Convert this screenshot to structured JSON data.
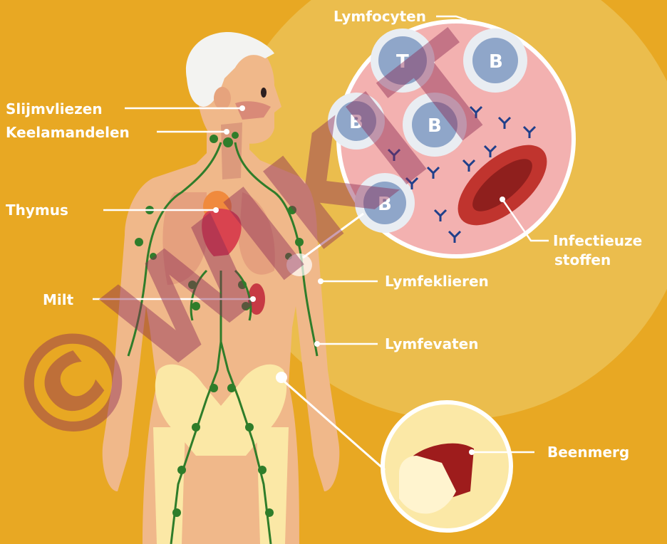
{
  "labels": {
    "lymfocyten": "Lymfocyten",
    "slijmvliezen": "Slijmvliezen",
    "keelamandelen": "Keelamandelen",
    "thymus": "Thymus",
    "milt": "Milt",
    "infectieuze_line1": "Infectieuze",
    "infectieuze_line2": "stoffen",
    "lymfeklieren": "Lymfeklieren",
    "lymfevaten": "Lymfevaten",
    "beenmerg": "Beenmerg"
  },
  "cells": {
    "t_letter": "T",
    "b_letter": "B"
  },
  "watermark": "©WIKIT",
  "colors": {
    "background": "#e8a823",
    "skin": "#f0b88a",
    "lymph_green": "#2f7d2a",
    "heart_red": "#d9434f",
    "bone": "#fbe8a6",
    "watermark": "#8b2a55"
  }
}
